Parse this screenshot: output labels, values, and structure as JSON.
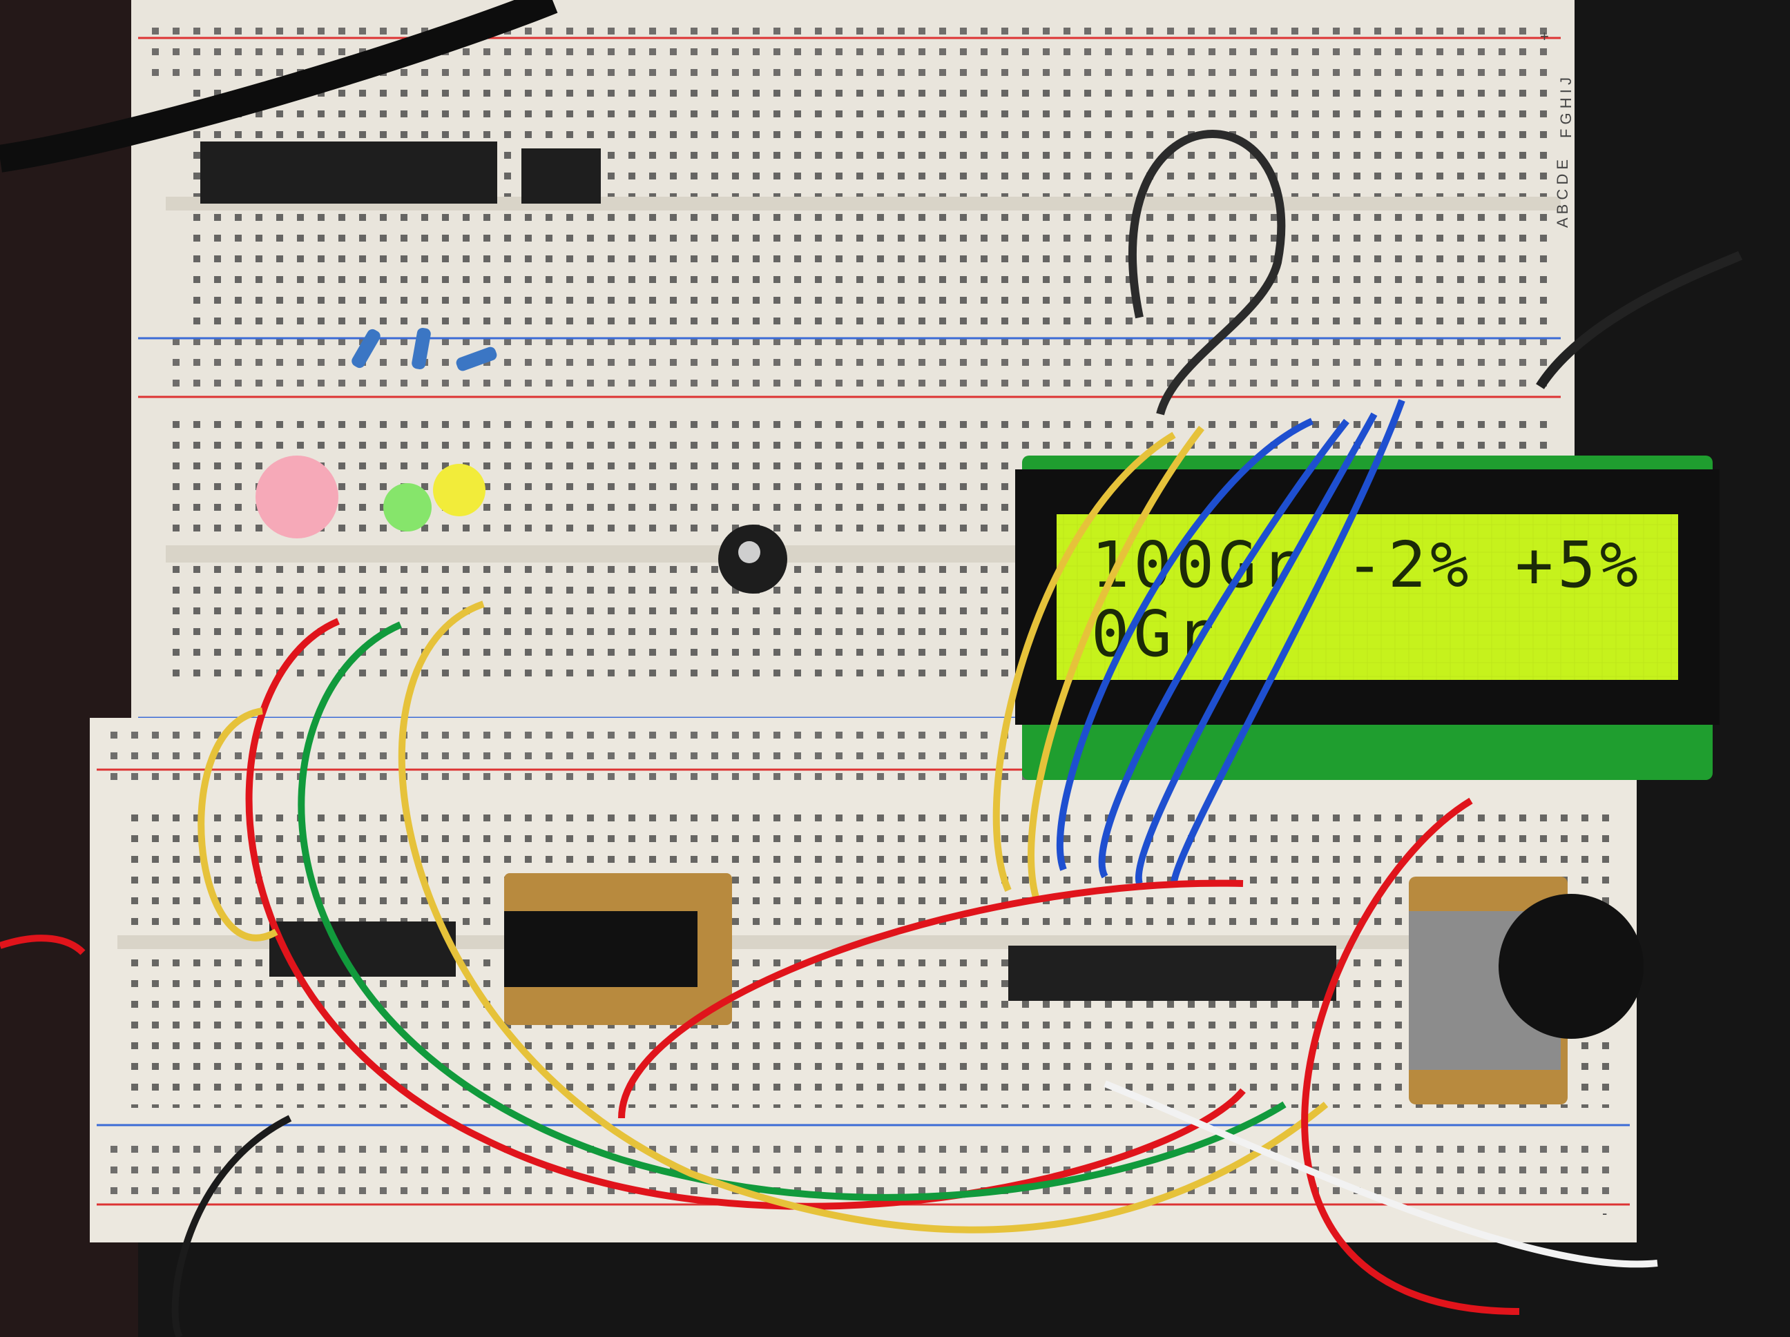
{
  "lcd": {
    "line1": "100Gr  -2%   +5%",
    "line2": "0Gr"
  },
  "board_labels": {
    "row_letters_top": "A B C D E",
    "row_letters_bottom": "F G H I J",
    "plus": "+",
    "minus": "-"
  },
  "colors": {
    "breadboard": "#e9e5dc",
    "lcd_backlight": "#c6f21c",
    "lcd_pcb": "#1f9e2f",
    "wire_red": "#e0141b",
    "wire_green": "#119a3c",
    "wire_yellow": "#e6c23a",
    "wire_blue": "#1e4fd0",
    "wire_black": "#1b1b1b",
    "wire_white": "#f2f2f2"
  }
}
